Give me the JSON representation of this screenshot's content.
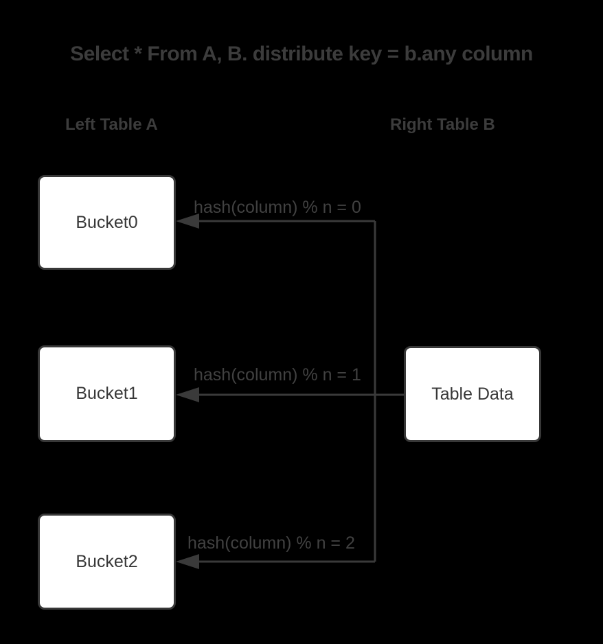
{
  "title": "Select * From A, B. distribute key = b.any column",
  "headers": {
    "left": "Left Table A",
    "right": "Right Table B"
  },
  "buckets": [
    {
      "label": "Bucket0"
    },
    {
      "label": "Bucket1"
    },
    {
      "label": "Bucket2"
    }
  ],
  "source": {
    "label": "Table Data"
  },
  "arrows": [
    {
      "label": "hash(column) % n = 0",
      "from": "Table Data",
      "to": "Bucket0"
    },
    {
      "label": "hash(column) % n = 1",
      "from": "Table Data",
      "to": "Bucket1"
    },
    {
      "label": "hash(column) % n = 2",
      "from": "Table Data",
      "to": "Bucket2"
    }
  ],
  "colors": {
    "background": "#000000",
    "line": "#3a3a3a",
    "box_border": "#383838",
    "box_fill": "#ffffff",
    "title_text": "#3c3c3c",
    "label_text": "#414141"
  }
}
